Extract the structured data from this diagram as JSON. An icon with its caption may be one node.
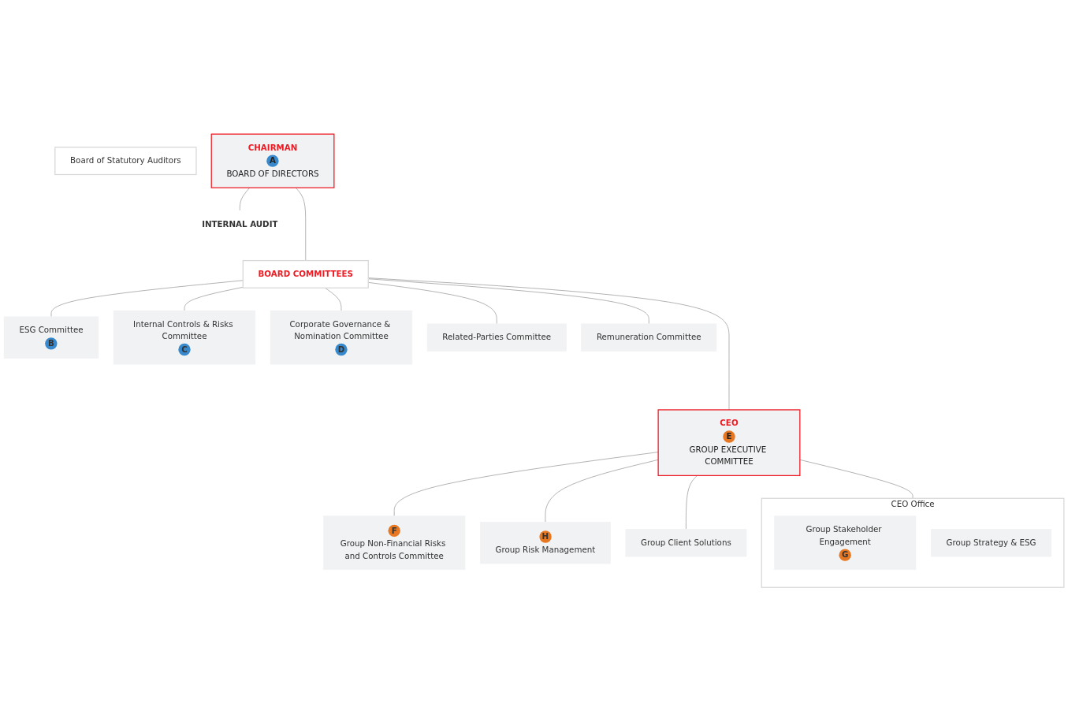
{
  "diagram": {
    "nodes": [
      {
        "text": [
          "Board of Statutory Auditors"
        ]
      },
      {
        "text": [
          "CHAIRMAN",
          "A",
          "BOARD OF DIRECTORS"
        ]
      },
      {
        "text": [
          "INTERNAL AUDIT"
        ]
      },
      {
        "text": [
          "BOARD COMMITTEES"
        ]
      },
      {
        "text": [
          "ESG Committee",
          "B"
        ]
      },
      {
        "text": [
          "Internal Controls & Risks Committee",
          "C"
        ]
      },
      {
        "text": [
          "Corporate Governance & Nomination Committee",
          "D"
        ]
      },
      {
        "text": [
          "Related-Parties Committee"
        ]
      },
      {
        "text": [
          "Remuneration Committee"
        ]
      },
      {
        "text": [
          "CEO",
          "E",
          "GROUP EXECUTIVE COMMITTEE"
        ]
      },
      {
        "text": [
          "F",
          "Group Non-Financial Risks and Controls Committee"
        ]
      },
      {
        "text": [
          "H",
          "Group Risk Management"
        ]
      },
      {
        "text": [
          "CEO Office"
        ]
      },
      {
        "text": [
          "Group Stakeholder Engagement",
          "G"
        ],
        "in": 12
      },
      {
        "text": [
          "Group Strategy & ESG"
        ],
        "in": 12
      },
      {
        "text": [
          "Group Client Solutions"
        ]
      }
    ],
    "edges": [
      {
        "from": 1,
        "to": 2,
        "arrow": "none"
      },
      {
        "from": 1,
        "to": 3,
        "arrow": "none"
      },
      {
        "from": 3,
        "to": 4,
        "arrow": "none"
      },
      {
        "from": 3,
        "to": 5,
        "arrow": "none"
      },
      {
        "from": 3,
        "to": 6,
        "arrow": "none"
      },
      {
        "from": 3,
        "to": 7,
        "arrow": "none"
      },
      {
        "from": 3,
        "to": 8,
        "arrow": "none"
      },
      {
        "from": 3,
        "to": 9,
        "arrow": "none"
      },
      {
        "from": 9,
        "to": 10,
        "arrow": "none"
      },
      {
        "from": 9,
        "to": 11,
        "arrow": "none"
      },
      {
        "from": 9,
        "to": 12,
        "arrow": "none"
      },
      {
        "from": 9,
        "to": 15,
        "arrow": "none"
      }
    ]
  }
}
